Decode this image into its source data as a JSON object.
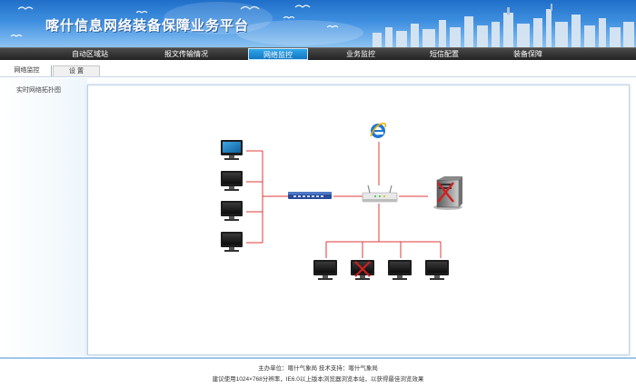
{
  "app": {
    "title": "喀什信息网络装备保障业务平台"
  },
  "nav": {
    "items": [
      {
        "label": "自动区域站"
      },
      {
        "label": "报文传输情况"
      },
      {
        "label": "网络监控",
        "active": true
      },
      {
        "label": "业务监控"
      },
      {
        "label": "短信配置"
      },
      {
        "label": "装备保障"
      }
    ]
  },
  "tabs": {
    "items": [
      {
        "label": "网络监控"
      },
      {
        "label": "设 置"
      }
    ]
  },
  "sidebar": {
    "label": "实时网络拓扑图"
  },
  "footer": {
    "line1": "主办单位：喀什气象局   技术支持：喀什气象局",
    "line2": "建议使用1024×768分辨率，IE6.0以上版本浏览器浏览本站，以获得最佳浏览效果"
  },
  "colors": {
    "accent": "#1477c2",
    "link_line": "#e23a3a",
    "banner_top": "#1f6fc9"
  },
  "icons": {
    "monitor": "monitor-icon",
    "ie": "ie-icon",
    "switch": "switch-icon",
    "router": "router-icon",
    "server": "server-icon",
    "fault": "fault-x-icon"
  }
}
